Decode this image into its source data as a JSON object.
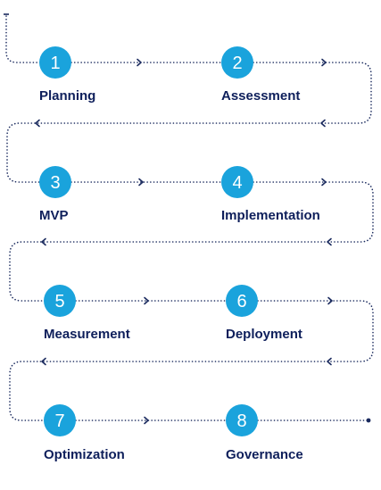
{
  "colors": {
    "line": "#1a2a5e",
    "circle": "#1aa3dc",
    "number": "#ffffff",
    "label": "#0e1f5b"
  },
  "steps": [
    {
      "number": "1",
      "label": "Planning"
    },
    {
      "number": "2",
      "label": "Assessment"
    },
    {
      "number": "3",
      "label": "MVP"
    },
    {
      "number": "4",
      "label": "Implementation"
    },
    {
      "number": "5",
      "label": "Measurement"
    },
    {
      "number": "6",
      "label": "Deployment"
    },
    {
      "number": "7",
      "label": "Optimization"
    },
    {
      "number": "8",
      "label": "Governance"
    }
  ]
}
